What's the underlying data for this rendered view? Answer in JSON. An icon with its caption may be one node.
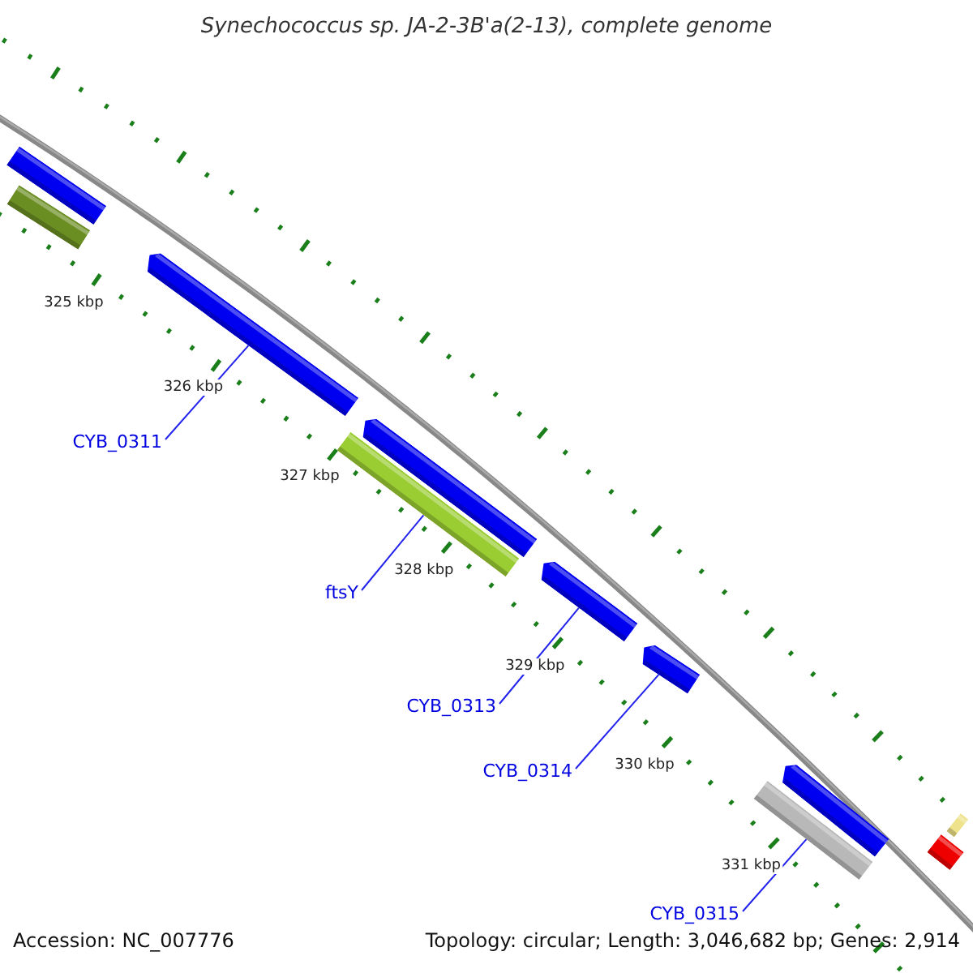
{
  "diagram": {
    "title": "Synechococcus sp. JA-2-3B'a(2-13), complete genome",
    "nodes": [
      {
        "text": [],
        "shape": "bar"
      },
      {
        "text": [],
        "shape": "bar"
      },
      {
        "text": [],
        "shape": "bar"
      },
      {
        "text": [],
        "shape": "bar"
      },
      {
        "text": [],
        "shape": "bar"
      },
      {
        "text": [],
        "shape": "bar"
      },
      {
        "text": [],
        "shape": "bar"
      },
      {
        "text": [],
        "shape": "bar"
      },
      {
        "text": [],
        "shape": "bar"
      },
      {
        "text": [],
        "shape": "bar"
      },
      {
        "text": [],
        "shape": "bar"
      },
      {
        "text": [
          "CYB_0311"
        ]
      },
      {
        "text": [
          "ftsY"
        ]
      },
      {
        "text": [
          "CYB_0313"
        ]
      },
      {
        "text": [
          "CYB_0314"
        ]
      },
      {
        "text": [
          "CYB_0315"
        ]
      }
    ],
    "edges": [
      {
        "from": 11,
        "to": 2,
        "arrow": "none"
      },
      {
        "from": 12,
        "to": 4,
        "arrow": "none"
      },
      {
        "from": 13,
        "to": 5,
        "arrow": "none"
      },
      {
        "from": 14,
        "to": 6,
        "arrow": "none"
      },
      {
        "from": 15,
        "to": 8,
        "arrow": "none"
      }
    ],
    "labels": [
      "325 kbp",
      "326 kbp",
      "327 kbp",
      "328 kbp",
      "329 kbp",
      "330 kbp",
      "331 kbp",
      "Accession: NC_007776",
      "Topology: circular; Length: 3,046,682 bp; Genes: 2,914"
    ]
  }
}
